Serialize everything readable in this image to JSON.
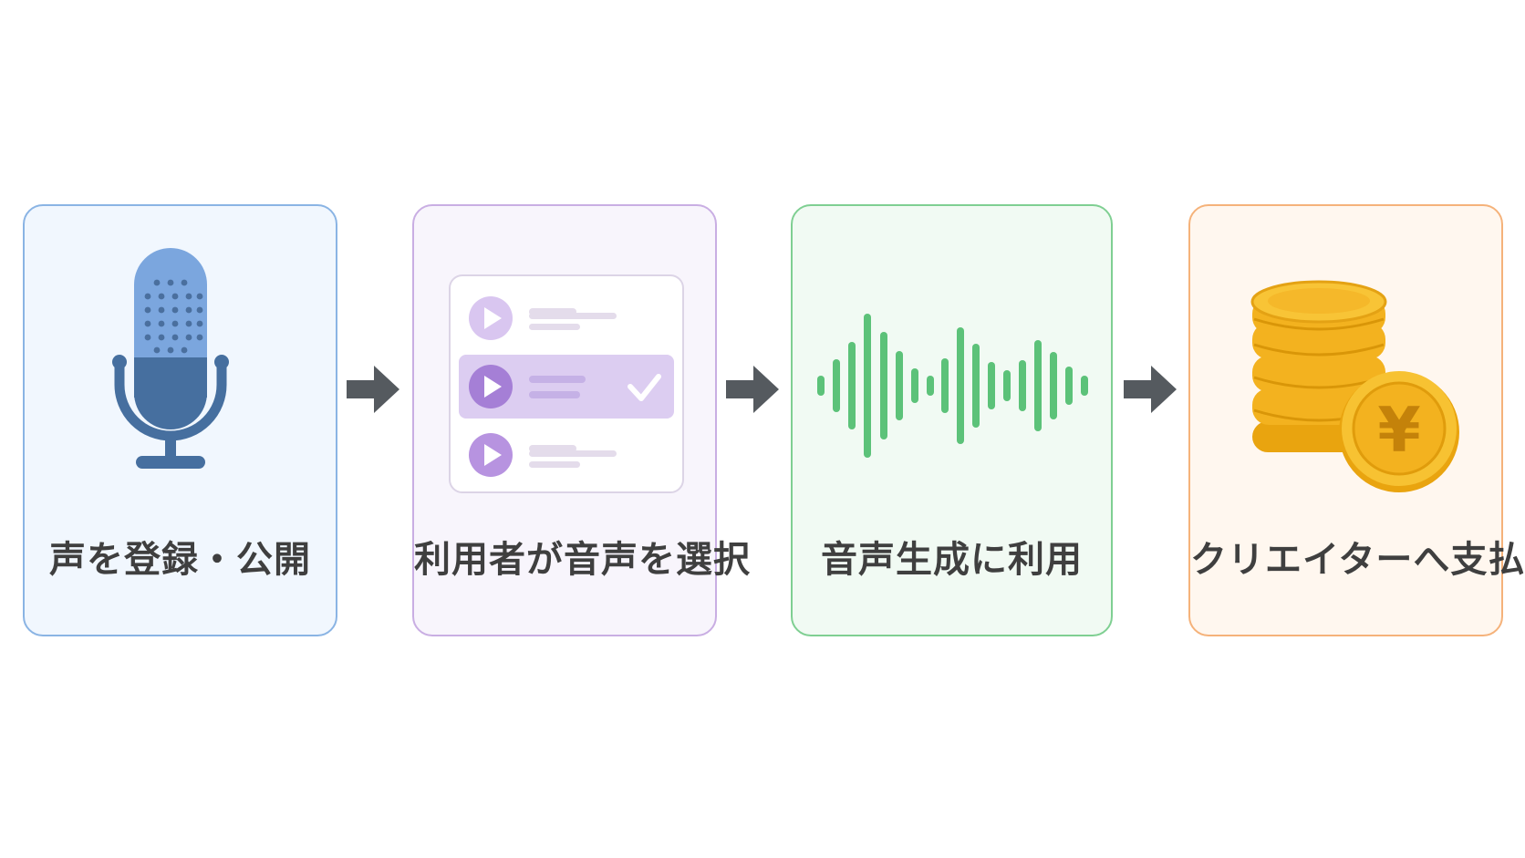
{
  "steps": [
    {
      "label": "声を登録・公開",
      "icon": "microphone-icon",
      "color": "#4a78b4"
    },
    {
      "label": "利用者が音声を選択",
      "icon": "voice-list-icon",
      "color": "#a57fd6"
    },
    {
      "label": "音声生成に利用",
      "icon": "waveform-icon",
      "color": "#5cc279"
    },
    {
      "label": "クリエイターへ支払い",
      "icon": "coins-icon",
      "coin_symbol": "¥",
      "color": "#f2b01e"
    }
  ],
  "arrow_color": "#555a5f"
}
